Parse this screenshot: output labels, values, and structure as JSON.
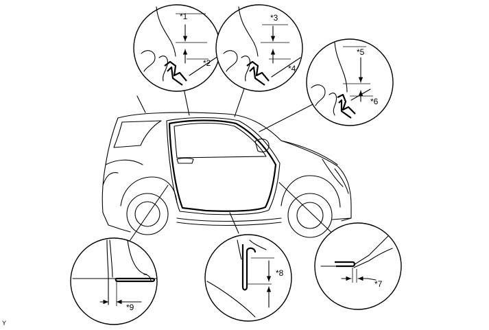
{
  "callouts": [
    {
      "id": "c1",
      "label": "*1"
    },
    {
      "id": "c2",
      "label": "*2"
    },
    {
      "id": "c3",
      "label": "*3"
    },
    {
      "id": "c4",
      "label": "*4"
    },
    {
      "id": "c5",
      "label": "*5"
    },
    {
      "id": "c6",
      "label": "*6"
    },
    {
      "id": "c7",
      "label": "*7"
    },
    {
      "id": "c8",
      "label": "*8"
    },
    {
      "id": "c9",
      "label": "*9"
    }
  ],
  "corner_mark": "Y"
}
